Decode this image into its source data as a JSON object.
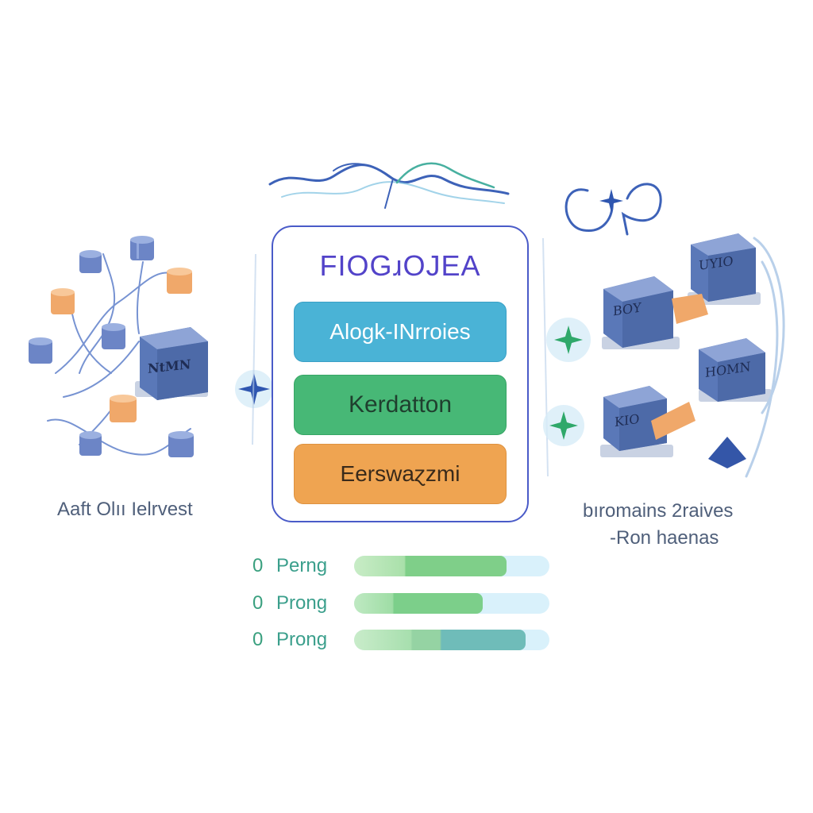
{
  "card": {
    "title": "FIOGɹOJEA",
    "buttons": [
      {
        "label": "Alogk-INrroies",
        "color": "#4ab3d6"
      },
      {
        "label": "Kerdatton",
        "color": "#47b876"
      },
      {
        "label": "Eerswaɀzmi",
        "color": "#efa451"
      }
    ],
    "border_color": "#4a5bc8",
    "title_color": "#5243c9"
  },
  "left_cluster": {
    "caption": "Aaft Olıı Ielrvest",
    "box_label": "NtMN"
  },
  "right_cluster": {
    "caption_line1": "bıromains  2raives",
    "caption_line2": "-Ron haenas",
    "box_labels": [
      "UYIO",
      "BOY",
      "HOMN",
      "KIO"
    ]
  },
  "progress": [
    {
      "number": "0",
      "label": "Perng",
      "value": 0.78
    },
    {
      "number": "0",
      "label": "Prong",
      "value": 0.66
    },
    {
      "number": "0",
      "label": "Prong",
      "value": 0.88
    }
  ],
  "colors": {
    "accent_blue": "#4a5bc8",
    "cube_blue": "#5a78b8",
    "cylinder_orange": "#f0a86a",
    "sparkle_green": "#2fa86a"
  }
}
